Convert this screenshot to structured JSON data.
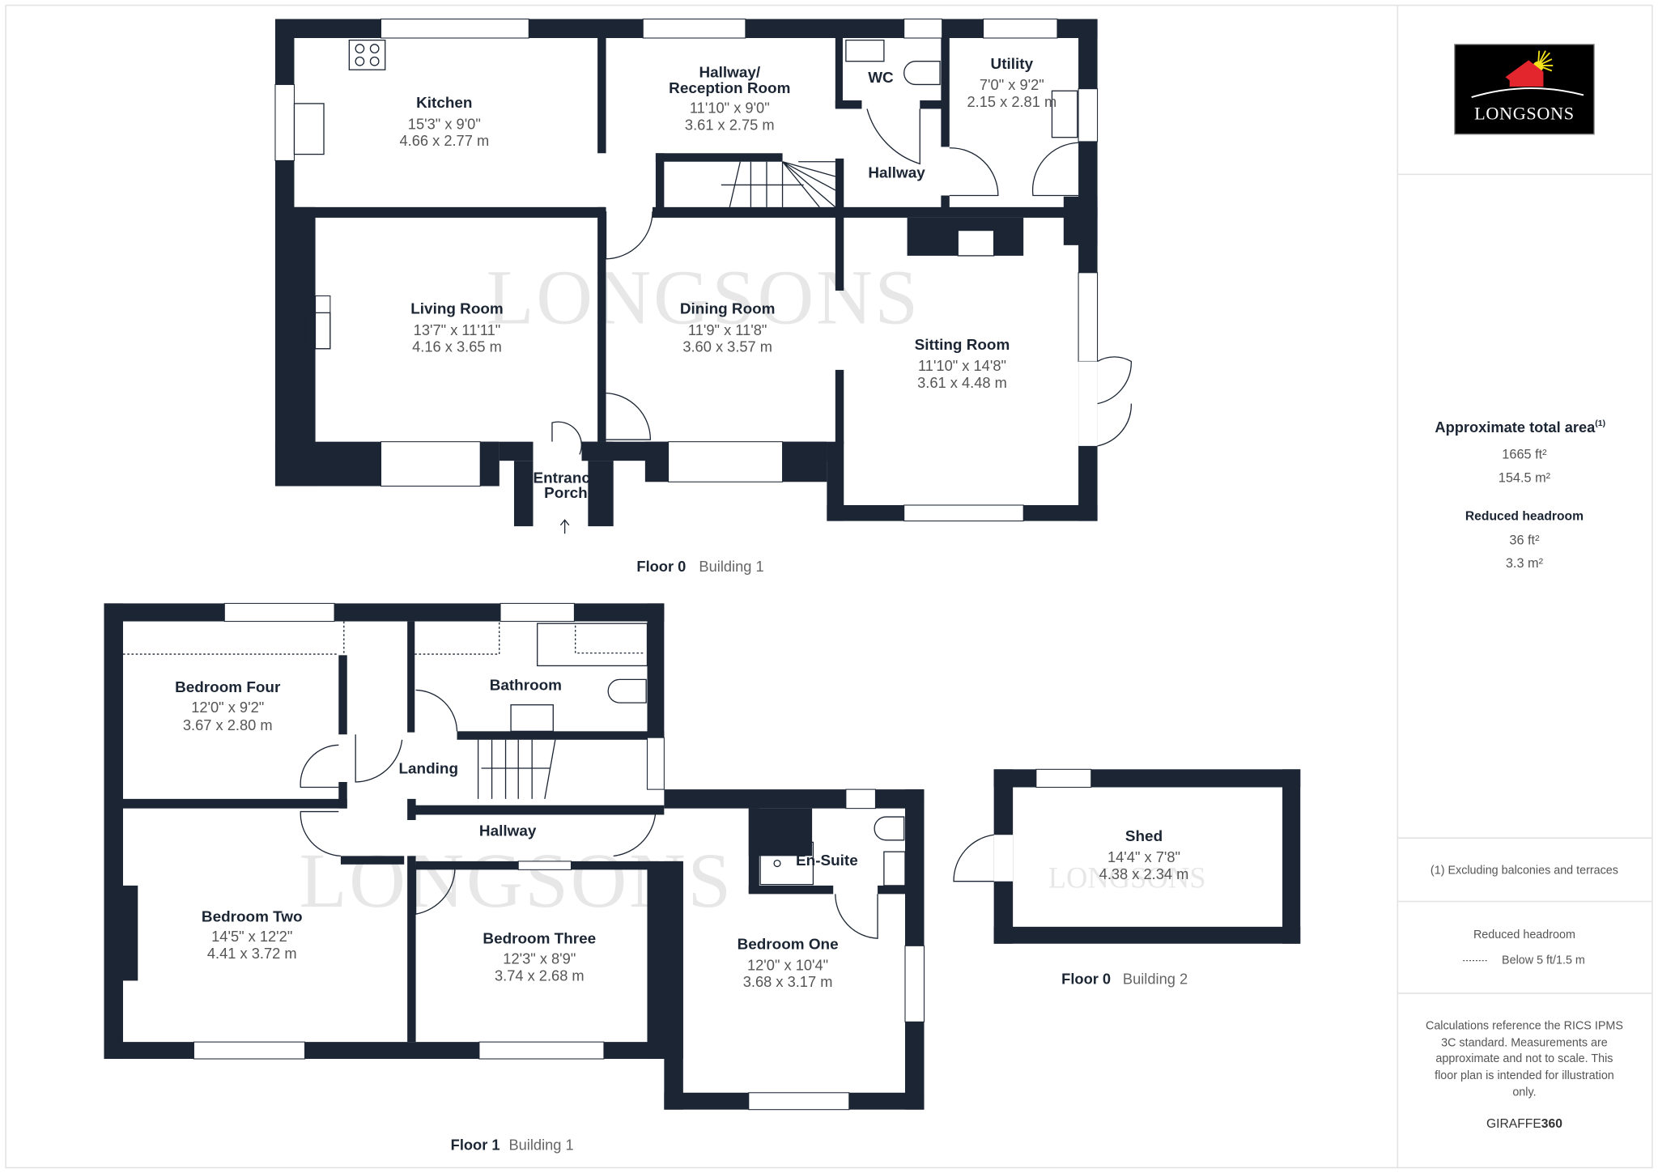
{
  "colors": {
    "wall": "#1b2533",
    "logo_bg": "#000000",
    "logo_house": "#e3262e",
    "logo_sun": "#f4e21a",
    "text_muted": "#555555"
  },
  "watermark": "LONGSONS",
  "floors": [
    {
      "floor": "Floor 0",
      "building": "Building 1",
      "rooms": [
        {
          "name": "Kitchen",
          "imperial": "15'3\" x 9'0\"",
          "metric": "4.66 x 2.77 m"
        },
        {
          "name_line1": "Hallway/",
          "name_line2": "Reception Room",
          "imperial": "11'10\" x 9'0\"",
          "metric": "3.61 x 2.75 m"
        },
        {
          "name": "WC"
        },
        {
          "name": "Utility",
          "imperial": "7'0\" x 9'2\"",
          "metric": "2.15 x 2.81 m"
        },
        {
          "name": "Hallway"
        },
        {
          "name": "Living Room",
          "imperial": "13'7\" x 11'11\"",
          "metric": "4.16 x 3.65 m"
        },
        {
          "name": "Dining Room",
          "imperial": "11'9\" x 11'8\"",
          "metric": "3.60 x 3.57 m"
        },
        {
          "name": "Sitting Room",
          "imperial": "11'10\" x 14'8\"",
          "metric": "3.61 x 4.48 m"
        },
        {
          "name_line1": "Entrance",
          "name_line2": "Porch"
        }
      ]
    },
    {
      "floor": "Floor 1",
      "building": "Building 1",
      "rooms": [
        {
          "name": "Bedroom Four",
          "imperial": "12'0\" x 9'2\"",
          "metric": "3.67 x 2.80 m"
        },
        {
          "name": "Bathroom"
        },
        {
          "name": "Landing"
        },
        {
          "name": "Hallway"
        },
        {
          "name": "En-Suite"
        },
        {
          "name": "Bedroom Two",
          "imperial": "14'5\" x 12'2\"",
          "metric": "4.41 x 3.72 m"
        },
        {
          "name": "Bedroom Three",
          "imperial": "12'3\" x 8'9\"",
          "metric": "3.74 x 2.68 m"
        },
        {
          "name": "Bedroom One",
          "imperial": "12'0\" x 10'4\"",
          "metric": "3.68 x 3.17 m"
        }
      ]
    },
    {
      "floor": "Floor 0",
      "building": "Building 2",
      "rooms": [
        {
          "name": "Shed",
          "imperial": "14'4\" x 7'8\"",
          "metric": "4.38 x 2.34 m"
        }
      ]
    }
  ],
  "panel": {
    "logo_text": "LONGSONS",
    "total_area_title": "Approximate total area",
    "total_area_sup": "(1)",
    "total_area_ft": "1665 ft²",
    "total_area_m": "154.5 m²",
    "reduced_title": "Reduced headroom",
    "reduced_ft": "36 ft²",
    "reduced_m": "3.3 m²",
    "footnote": "(1) Excluding balconies and terraces",
    "legend_title": "Reduced headroom",
    "legend_item": "Below 5 ft/1.5 m",
    "disclaimer_lines": [
      "Calculations reference the RICS IPMS",
      "3C standard. Measurements are",
      "approximate and not to scale. This",
      "floor plan is intended for illustration",
      "only."
    ],
    "brand_a": "GIRAFFE",
    "brand_b": "360"
  }
}
